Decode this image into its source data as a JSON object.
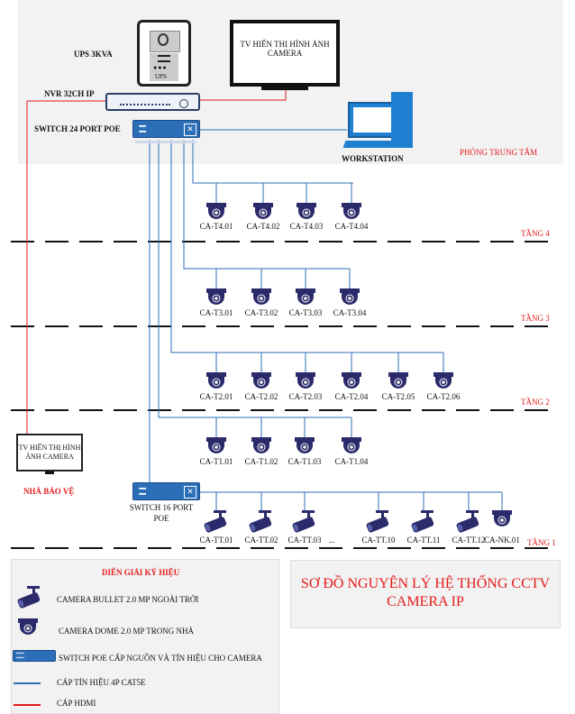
{
  "central_room": {
    "label": "PHÒNG TRUNG TÂM",
    "ups": {
      "label": "UPS 3KVA",
      "badge": "UPS"
    },
    "tv": {
      "line1": "TV HIỂN THỊ HÌNH ẢNH",
      "line2": "CAMERA"
    },
    "nvr": {
      "label": "NVR 32CH IP"
    },
    "switch": {
      "label": "SWITCH 24 PORT POE"
    },
    "workstation": {
      "label": "WORKSTATION"
    }
  },
  "guard_house": {
    "tv": {
      "line1": "TV HIỂN THỊ HÌNH",
      "line2": "ẢNH CAMERA"
    },
    "label": "NHÀ BẢO VỆ"
  },
  "floors": {
    "f4": {
      "label": "TẦNG 4",
      "cameras": [
        "CA-T4.01",
        "CA-T4.02",
        "CA-T4.03",
        "CA-T4.04"
      ]
    },
    "f3": {
      "label": "TẦNG 3",
      "cameras": [
        "CA-T3.01",
        "CA-T3.02",
        "CA-T3.03",
        "CA-T3.04"
      ]
    },
    "f2": {
      "label": "TẦNG 2",
      "cameras": [
        "CA-T2.01",
        "CA-T2.02",
        "CA-T2.03",
        "CA-T2.04",
        "CA-T2.05",
        "CA-T2.06"
      ]
    },
    "f1": {
      "label": "TẦNG 1",
      "switch_label_1": "SWITCH 16 PORT",
      "switch_label_2": "POE",
      "cameras": [
        {
          "name": "CA-TT.01",
          "type": "bullet"
        },
        {
          "name": "CA-TT.02",
          "type": "bullet"
        },
        {
          "name": "CA-TT.03",
          "type": "bullet"
        },
        {
          "name": "...",
          "type": "none"
        },
        {
          "name": "CA-TT.10",
          "type": "bullet"
        },
        {
          "name": "CA-TT.11",
          "type": "bullet"
        },
        {
          "name": "CA-TT.12",
          "type": "bullet"
        },
        {
          "name": "CA-NK.01",
          "type": "dome"
        }
      ]
    }
  },
  "legend": {
    "title": "DIỄN GIẢI KÝ HIỆU",
    "items": [
      {
        "icon": "bullet-camera-icon",
        "text": "CAMERA BULLET 2.0 MP NGOÀI TRỜI"
      },
      {
        "icon": "dome-camera-icon",
        "text": "CAMERA DOME 2.0 MP TRONG NHÀ"
      },
      {
        "icon": "poe-switch-icon",
        "text": "SWITCH POE CẤP NGUỒN VÀ TÍN HIỆU CHO CAMERA"
      },
      {
        "icon": "blue-line",
        "text": "CÁP TÍN HIỆU 4P CAT5E"
      },
      {
        "icon": "red-line",
        "text": "CÁP HDMI"
      }
    ]
  },
  "title": {
    "line1": "SƠ ĐỒ NGUYÊN LÝ HỆ THỐNG CCTV",
    "line2": "CAMERA IP"
  },
  "colors": {
    "signal_cable": "#2c6fb8",
    "hdmi_cable": "#e41b1b",
    "camera": "#2b2a6b",
    "label_red": "#e41b1b"
  }
}
